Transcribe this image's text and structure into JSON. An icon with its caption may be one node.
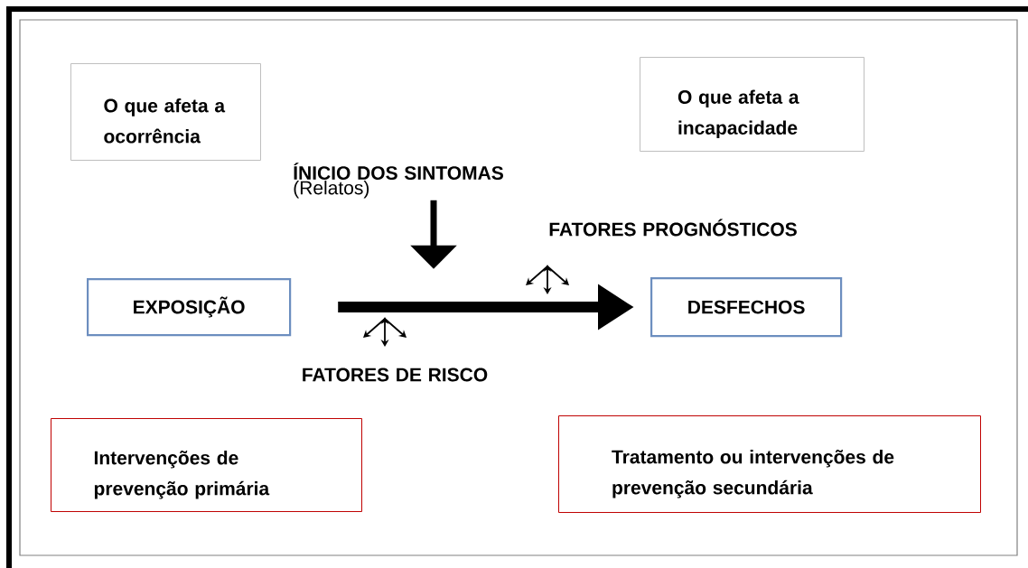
{
  "diagram": {
    "nodes": [
      {
        "text": [
          "O que afeta a ocorrência"
        ]
      },
      {
        "text": [
          "O que afeta a incapacidade"
        ]
      },
      {
        "text": [
          "EXPOSIÇÃO"
        ]
      },
      {
        "text": [
          "DESFECHOS"
        ]
      },
      {
        "text": [
          "Intervenções de prevenção primária"
        ]
      },
      {
        "text": [
          "Tratamento ou intervenções de prevenção secundária"
        ]
      },
      {
        "text": [
          "ÍNICIO DOS SINTOMAS",
          "(Relatos)"
        ]
      }
    ],
    "edges": [
      {
        "from": 2,
        "to": 3,
        "arrow": "to"
      },
      {
        "from": 6,
        "to": null,
        "arrow": "to"
      }
    ],
    "labels": [
      "FATORES PROGNÓSTICOS",
      "FATORES DE RISCO"
    ]
  }
}
